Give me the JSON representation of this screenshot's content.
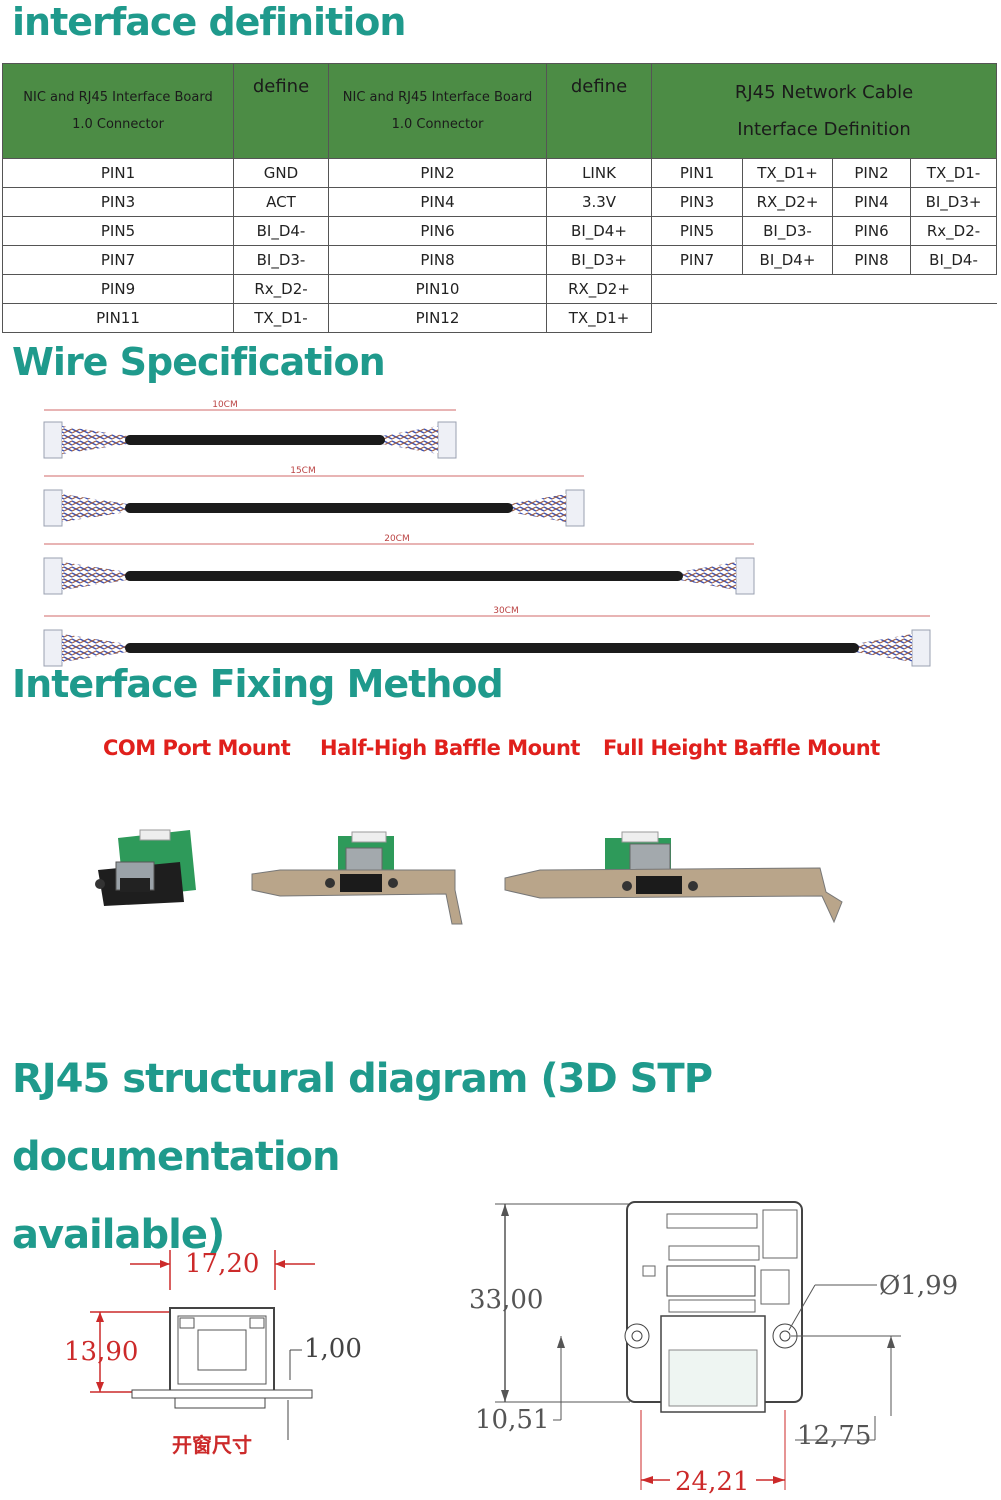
{
  "headings": {
    "interface": "interface definition",
    "wire": "Wire Specification",
    "fixing": "Interface Fixing Method",
    "structural_line1": "RJ45 structural diagram (3D STP documentation",
    "structural_line2": "available)"
  },
  "table": {
    "headers": {
      "connector_line1": "NIC and RJ45 Interface Board",
      "connector_line2": "1.0 Connector",
      "define": "define",
      "rj45_line1": "RJ45 Network Cable",
      "rj45_line2": "Interface Definition"
    },
    "rows": [
      [
        "PIN1",
        "GND",
        "PIN2",
        "LINK",
        "PIN1",
        "TX_D1+",
        "PIN2",
        "TX_D1-"
      ],
      [
        "PIN3",
        "ACT",
        "PIN4",
        "3.3V",
        "PIN3",
        "RX_D2+",
        "PIN4",
        "BI_D3+"
      ],
      [
        "PIN5",
        "BI_D4-",
        "PIN6",
        "BI_D4+",
        "PIN5",
        "BI_D3-",
        "PIN6",
        "Rx_D2-"
      ],
      [
        "PIN7",
        "BI_D3-",
        "PIN8",
        "BI_D3+",
        "PIN7",
        "BI_D4+",
        "PIN8",
        "BI_D4-"
      ],
      [
        "PIN9",
        "Rx_D2-",
        "PIN10",
        "RX_D2+"
      ],
      [
        "PIN11",
        "TX_D1-",
        "PIN12",
        "TX_D1+"
      ]
    ]
  },
  "wires": {
    "lengths": [
      "10CM",
      "15CM",
      "20CM",
      "30CM"
    ]
  },
  "mounts": {
    "com": "COM Port Mount",
    "half": "Half-High Baffle Mount",
    "full": "Full Height Baffle Mount"
  },
  "diagram": {
    "width": "17,20",
    "height": "13,90",
    "thickness": "1,00",
    "window_label": "开窗尺寸",
    "board_height": "33,00",
    "hole_dia": "Ø1,99",
    "left_offset": "10,51",
    "right_offset": "12,75",
    "hole_spacing": "24,21"
  },
  "colors": {
    "heading": "#1f9a8c",
    "table_header": "#4c8c45",
    "mount_label": "#e0201c",
    "dimension": "#cc2a2a"
  }
}
